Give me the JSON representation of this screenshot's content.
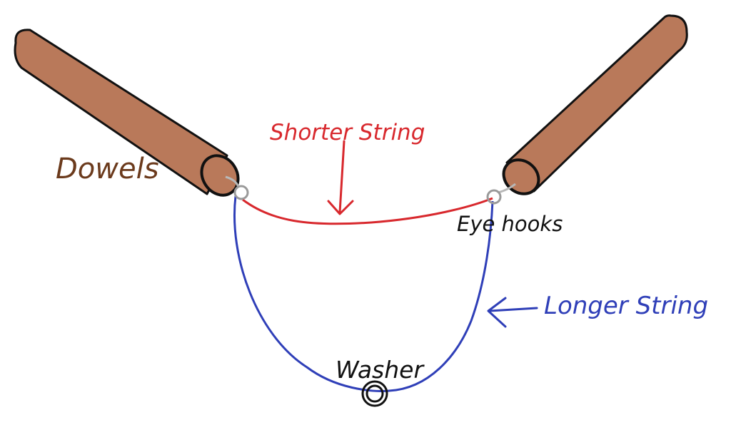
{
  "labels": {
    "dowels": "Dowels",
    "shorter_string": "Shorter String",
    "eye_hooks": "Eye hooks",
    "longer_string": "Longer String",
    "washer": "Washer"
  },
  "colors": {
    "dowel_fill": "#b9795a",
    "outline": "#111111",
    "dowels_label": "#6b3a1c",
    "shorter_string": "#d8282d",
    "longer_string": "#2f3fb8",
    "eye_hook": "#b8b8b8",
    "text_dark": "#111111"
  }
}
